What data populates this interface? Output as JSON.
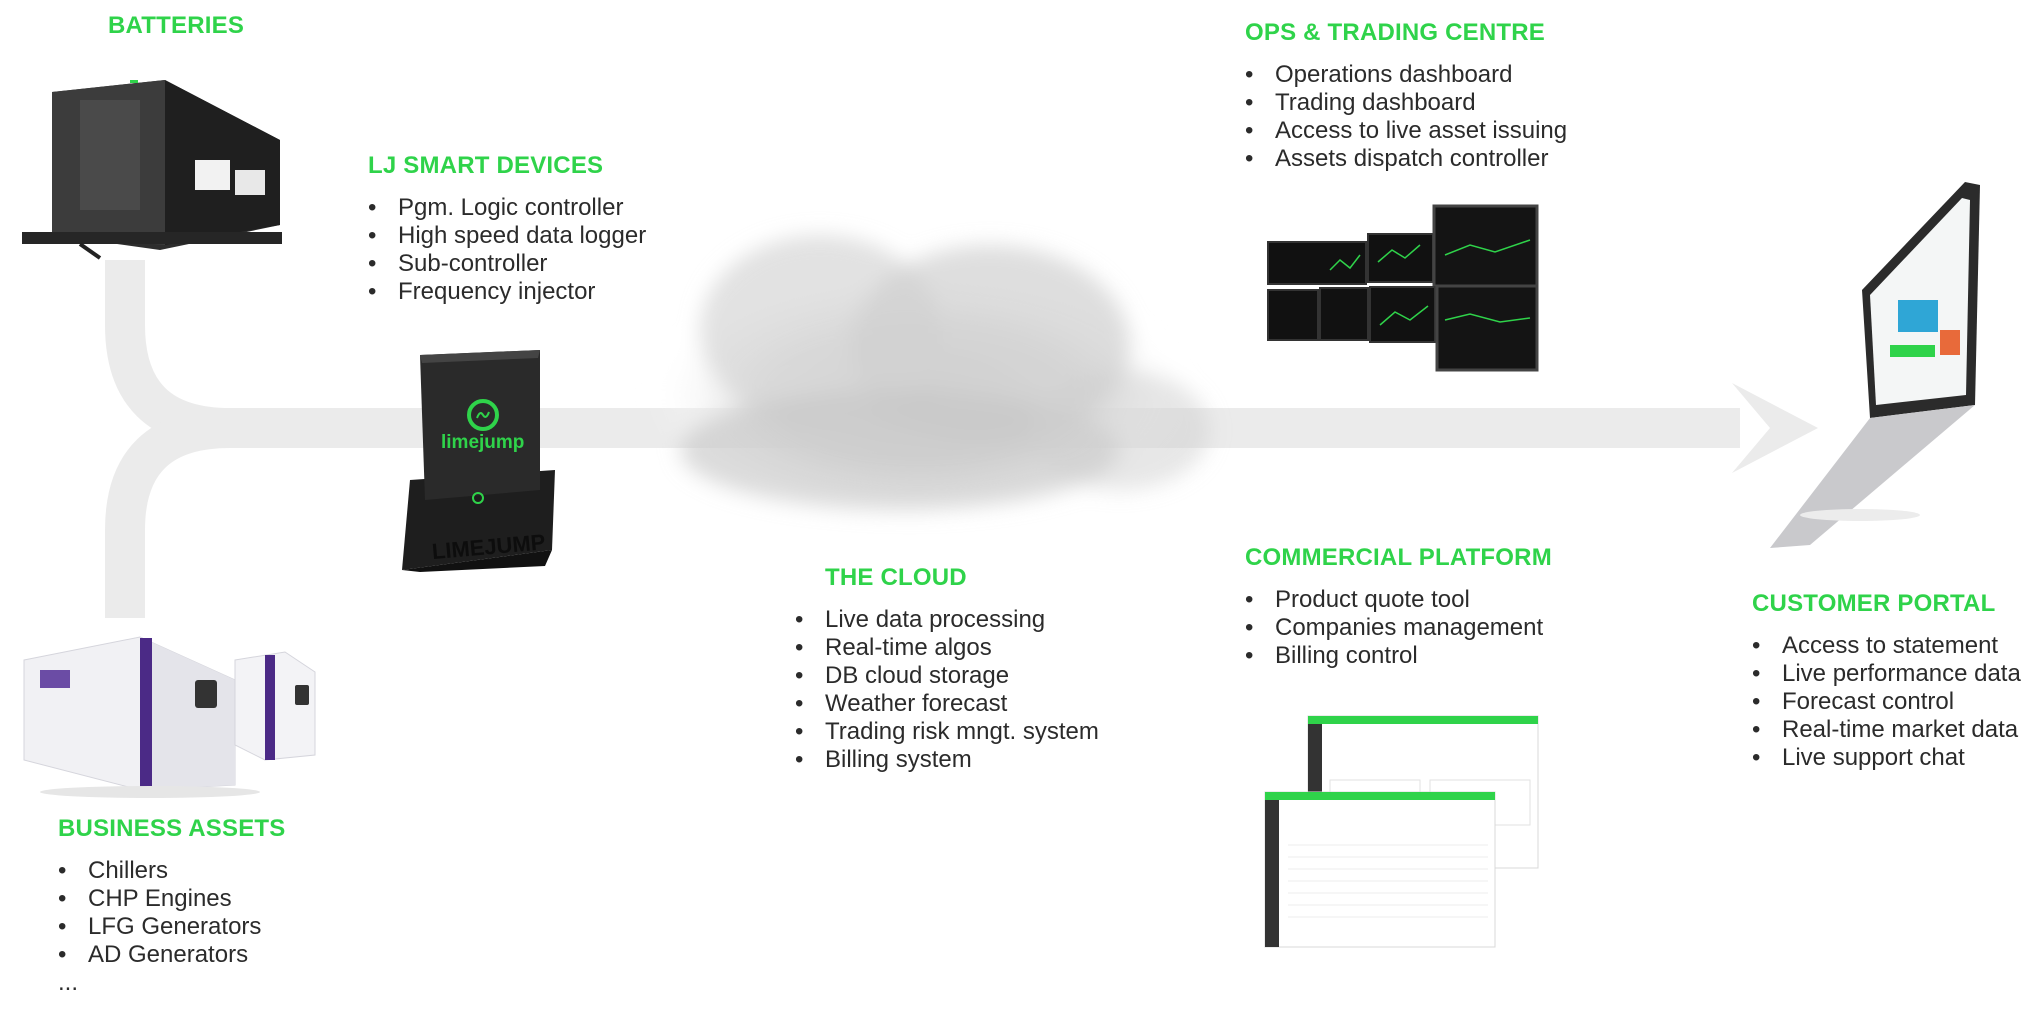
{
  "sections": {
    "batteries": {
      "title": "BATTERIES"
    },
    "smart_devices": {
      "title": "LJ SMART DEVICES",
      "items": [
        "Pgm. Logic controller",
        "High speed data logger",
        "Sub-controller",
        "Frequency injector"
      ]
    },
    "ops": {
      "title": "OPS & TRADING CENTRE",
      "items": [
        "Operations dashboard",
        "Trading dashboard",
        "Access to live asset issuing",
        "Assets dispatch controller"
      ]
    },
    "cloud": {
      "title": "THE CLOUD",
      "items": [
        "Live data processing",
        "Real-time algos",
        "DB cloud storage",
        "Weather forecast",
        "Trading risk mngt. system",
        "Billing system"
      ]
    },
    "commercial": {
      "title": "COMMERCIAL PLATFORM",
      "items": [
        "Product quote tool",
        "Companies management",
        "Billing control"
      ]
    },
    "portal": {
      "title": "CUSTOMER PORTAL",
      "items": [
        "Access to statement",
        "Live performance data",
        "Forecast control",
        "Real-time market data",
        "Live support chat"
      ]
    },
    "business": {
      "title": "BUSINESS ASSETS",
      "items": [
        "Chillers",
        "CHP Engines",
        "LFG Generators",
        "AD Generators"
      ],
      "more": "..."
    }
  },
  "device_logo": "limejump",
  "device_base_text": "LIMEJUMP",
  "colors": {
    "accent": "#2fd34a",
    "flow": "#ebebeb",
    "text": "#2b2b2b"
  }
}
